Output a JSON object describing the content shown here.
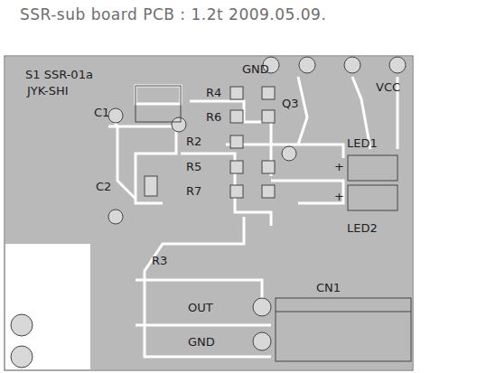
{
  "diagram": {
    "title": "SSR-sub board   PCB : 1.2t   2009.05.09.",
    "labels": [
      "S1 SSR-01a",
      "JYK-SHI",
      "C1",
      "R4",
      "R6",
      "Q3",
      "R2",
      "R5",
      "R7",
      "C2",
      "LED1",
      "LED2",
      "+",
      "+",
      "GND",
      "VCC",
      "R3",
      "CN1",
      "OUT",
      "GND"
    ]
  }
}
